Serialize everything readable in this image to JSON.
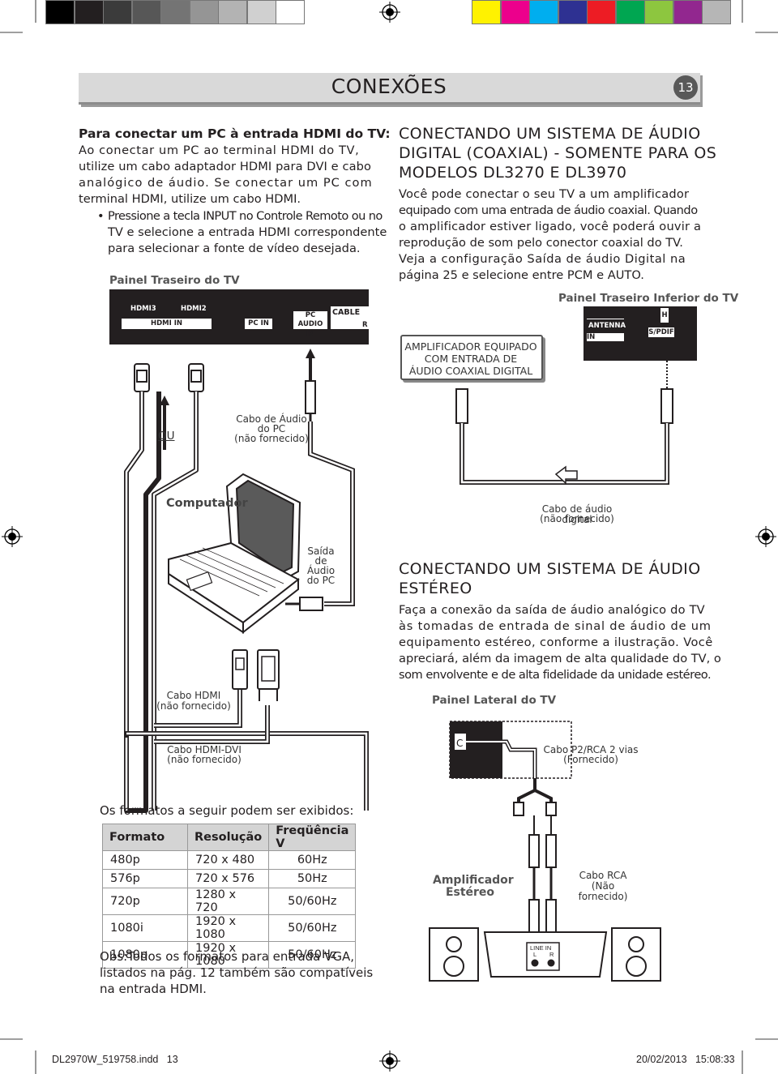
{
  "header": {
    "title": "CONEXÕES",
    "page_number": "13"
  },
  "left_intro": {
    "heading": "Para conectar um PC à entrada HDMI do TV:",
    "lines": [
      "Ao conectar um PC ao terminal HDMI do TV,",
      "utilize um cabo adaptador HDMI para DVI e cabo",
      "analógico de áudio. Se conectar um PC com",
      "terminal HDMI, utilize um cabo HDMI."
    ],
    "bullet_lines": [
      "Pressione a tecla INPUT no Controle Remoto ou no",
      "TV e selecione a entrada HDMI correspondente",
      "para selecionar a fonte de vídeo desejada."
    ]
  },
  "left_diagram": {
    "panel_title": "Painel Traseiro do TV",
    "ports": {
      "hdmi3": "HDMI3",
      "hdmi2": "HDMI2",
      "hdmi_in": "HDMI IN",
      "pc_in": "PC IN",
      "pc": "PC",
      "audio_in": "AUDIO IN",
      "cable": "CABLE",
      "r": "R"
    },
    "ou": "OU",
    "audio_cable": [
      "Cabo de Áudio",
      "do PC",
      "(não fornecido)"
    ],
    "computer": "Computador",
    "audio_out": [
      "Saída",
      "de",
      "Áudio",
      "do PC"
    ],
    "hdmi_cable": [
      "Cabo HDMI",
      "(não fornecido)"
    ],
    "hdmi_dvi_cable": [
      "Cabo HDMI-DVI",
      "(não fornecido)"
    ]
  },
  "digital_section": {
    "heading_lines": [
      "CONECTANDO UM SISTEMA DE ÁUDIO",
      "DIGITAL (COAXIAL) - SOMENTE PARA OS",
      "MODELOS DL3270 E DL3970"
    ],
    "body_lines": [
      "Você pode conectar o seu TV a um amplificador",
      "equipado com uma entrada de áudio coaxial. Quando",
      "o amplificador estiver ligado, você poderá ouvir a",
      "reprodução de som pelo conector coaxial do TV.",
      "Veja a configuração Saída de áudio Digital na",
      "página 25 e selecione entre PCM e AUTO."
    ],
    "panel_title": "Painel Traseiro Inferior do TV",
    "amp_box": [
      "AMPLIFICADOR EQUIPADO",
      "COM ENTRADA DE",
      "ÁUDIO COAXIAL DIGITAL"
    ],
    "antenna": "ANTENNA",
    "in": "IN",
    "spdif": "S/PDIF",
    "h": "H",
    "cable_caption": [
      "Cabo de áudio digital",
      "(não fornecido)"
    ]
  },
  "stereo_section": {
    "heading_lines": [
      "CONECTANDO UM SISTEMA DE ÁUDIO",
      "ESTÉREO"
    ],
    "body_lines": [
      "Faça a conexão da saída de áudio analógico do TV",
      "às tomadas de entrada de sinal de áudio de um",
      "equipamento estéreo, conforme a ilustração. Você",
      "apreciará, além da imagem de alta qualidade do TV, o",
      "som envolvente e de alta fidelidade da unidade estéreo."
    ],
    "panel_title": "Painel Lateral do TV",
    "p2_cable": [
      "Cabo P2/RCA 2 vias",
      "(Fornecido)"
    ],
    "amp_label": [
      "Amplificador",
      "Estéreo"
    ],
    "rca_cable": [
      "Cabo RCA",
      "(Não fornecido)"
    ],
    "line_in": "LINE IN",
    "l": "L",
    "r": "R"
  },
  "formats": {
    "intro": "Os formatos a seguir podem ser exibidos:",
    "headers": [
      "Formato",
      "Resolução",
      "Freqüência V"
    ],
    "rows": [
      [
        "480p",
        "720 x 480",
        "60Hz"
      ],
      [
        "576p",
        "720 x 576",
        "50Hz"
      ],
      [
        "720p",
        "1280 x 720",
        "50/60Hz"
      ],
      [
        "1080i",
        "1920 x 1080",
        "50/60Hz"
      ],
      [
        "1080p",
        "1920 x 1080",
        "50/60Hz"
      ]
    ],
    "note_lines": [
      "Obs:Todos os formatos para entrada VGA,",
      "listados na pág. 12 também são compatíveis",
      "na entrada HDMI."
    ]
  },
  "footer": {
    "file": "DL2970W_519758.indd   13",
    "date": "20/02/2013   15:08:33"
  },
  "colors": {
    "gray_swatches": [
      "#000000",
      "#231f20",
      "#3b3b3b",
      "#575757",
      "#747474",
      "#959595",
      "#b3b3b3",
      "#d0d0d0",
      "#ffffff"
    ],
    "color_swatches": [
      "#fff200",
      "#ec008c",
      "#00aeef",
      "#2e3192",
      "#ed1c24",
      "#00a651",
      "#8dc63f",
      "#92278f",
      "#b6b6b6"
    ]
  }
}
